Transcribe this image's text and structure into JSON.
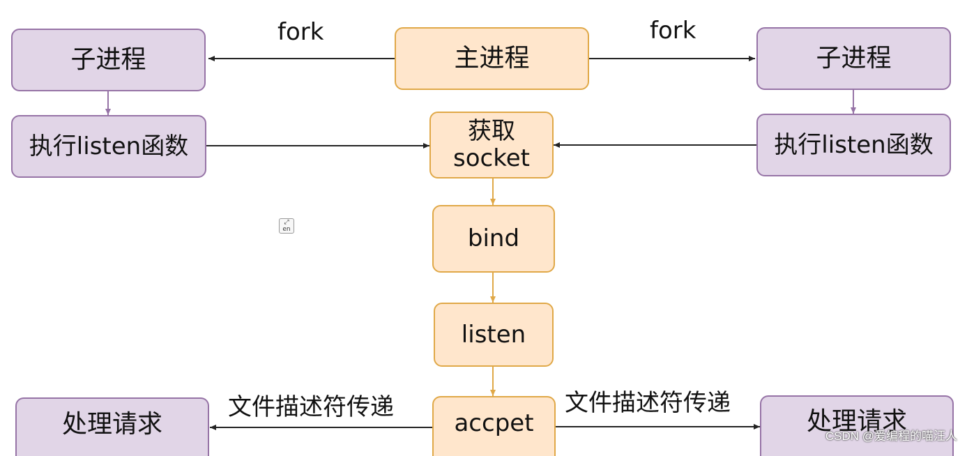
{
  "nodes": {
    "main_process": "主进程",
    "child_left": "子进程",
    "child_right": "子进程",
    "listen_left": "执行listen函数",
    "listen_right": "执行listen函数",
    "socket_line1": "获取",
    "socket_line2": "socket",
    "bind": "bind",
    "listen": "listen",
    "accept": "accpet",
    "handle_left": "处理请求",
    "handle_right": "处理请求"
  },
  "edge_labels": {
    "fork_left": "fork",
    "fork_right": "fork",
    "fd_left": "文件描述符传递",
    "fd_right": "文件描述符传递"
  },
  "icon": {
    "name": "translate-icon",
    "text": "en"
  },
  "watermark": "CSDN @爱编程的喵汪人",
  "colors": {
    "purple_fill": "#e1d5e7",
    "purple_stroke": "#9673a6",
    "orange_fill": "#ffe6cc",
    "orange_stroke": "#e0a847",
    "edge_dark": "#222222"
  }
}
